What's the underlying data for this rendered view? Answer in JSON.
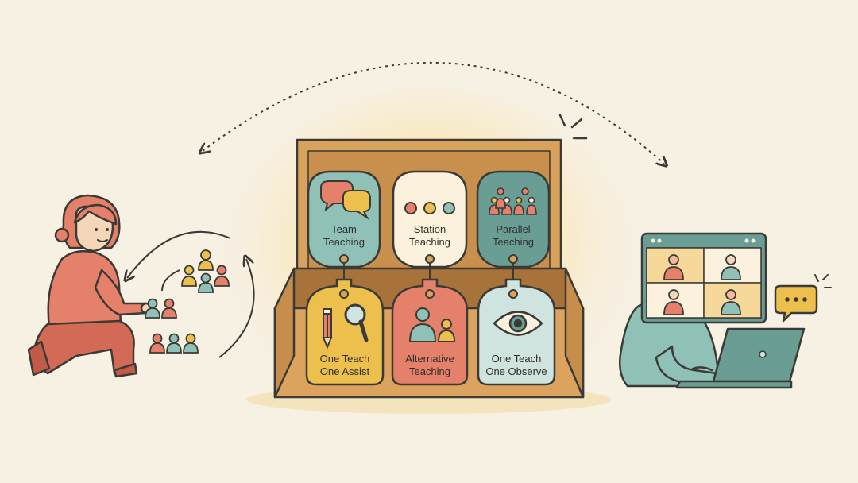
{
  "colors": {
    "background": "#f7f1e4",
    "outline": "#3b3a36",
    "teal": "#8fc1b7",
    "teal_dark": "#6a9e94",
    "coral": "#e5806b",
    "mustard": "#edc04e",
    "wood": "#d9a25c",
    "wood_dark": "#b9803e",
    "cream": "#fbf1dc"
  },
  "tags": {
    "team_teaching": {
      "line1": "Team",
      "line2": "Teaching"
    },
    "station_teaching": {
      "line1": "Station",
      "line2": "Teaching"
    },
    "parallel_teaching": {
      "line1": "Parallel",
      "line2": "Teaching"
    },
    "one_teach_one_assist": {
      "line1": "One Teach",
      "line2": "One Assist"
    },
    "alternative_teaching": {
      "line1": "Alternative",
      "line2": "Teaching"
    },
    "one_teach_one_observe": {
      "line1": "One Teach",
      "line2": "One Observe"
    }
  },
  "icons": {
    "left_cycle": "cycle-arrows-icon",
    "top_arc": "double-arrow-icon",
    "chat": "speech-bubbles-icon",
    "dots": "three-dots-icon",
    "groups": "student-groups-icon",
    "pencil": "pencil-icon",
    "magnifier": "magnifier-icon",
    "eye": "eye-icon",
    "laptop": "laptop-icon",
    "monitor": "video-call-monitor-icon"
  }
}
